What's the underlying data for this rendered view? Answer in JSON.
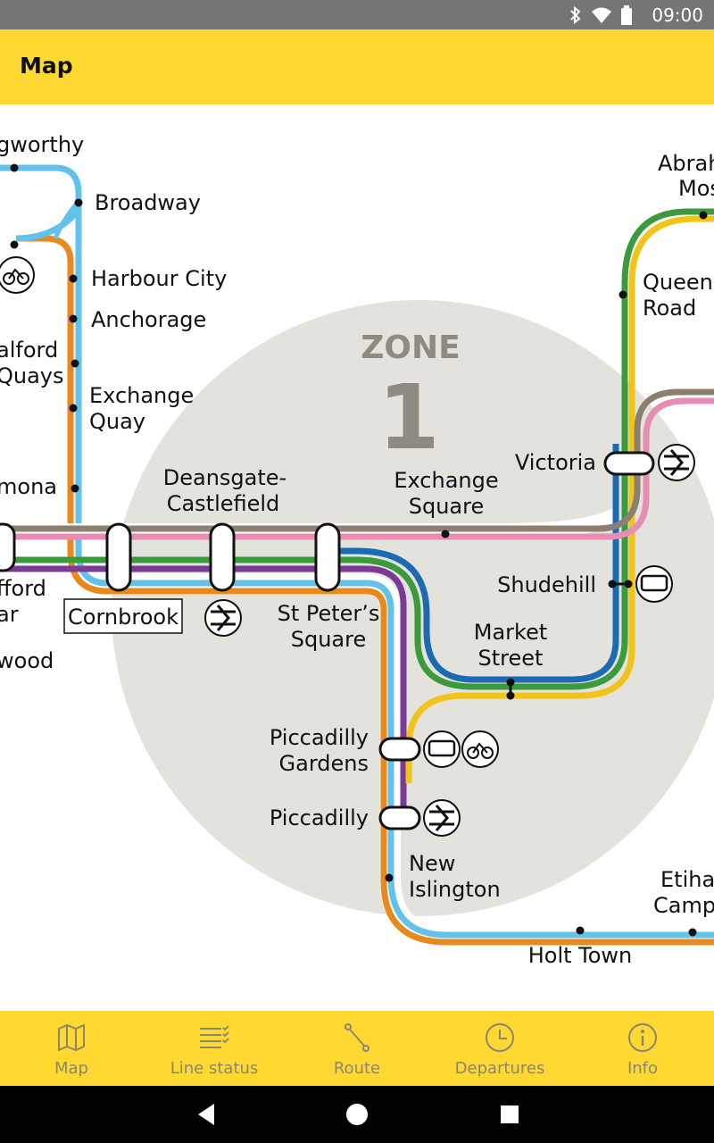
{
  "status_bar": {
    "time": "09:00"
  },
  "app_bar": {
    "title": "Map"
  },
  "map": {
    "zone_label": "ZONE",
    "zone_number": "1",
    "stations": {
      "tl_partial": "gworthy",
      "broadway": "Broadway",
      "harbour_city": "Harbour City",
      "anchorage": "Anchorage",
      "salford1": "alford",
      "salford2": "Quays",
      "exchange_quay1": "Exchange",
      "exchange_quay2": "Quay",
      "pomona": "mona",
      "trafford1": "fford",
      "trafford2": "ar",
      "firswood": "wood",
      "cornbrook": "Cornbrook",
      "deansgate1": "Deansgate-",
      "deansgate2": "Castlefield",
      "stpeters1": "St Peter’s",
      "stpeters2": "Square",
      "exchange_sq1": "Exchange",
      "exchange_sq2": "Square",
      "victoria": "Victoria",
      "shudehill": "Shudehill",
      "market1": "Market",
      "market2": "Street",
      "piccadilly_gardens1": "Piccadilly",
      "piccadilly_gardens2": "Gardens",
      "piccadilly": "Piccadilly",
      "new_islington1": "New",
      "new_islington2": "Islington",
      "holt_town": "Holt Town",
      "etihad1": "Etiha",
      "etihad2": "Campu",
      "abraham1": "Abrah",
      "abraham2": "Mos",
      "queens1": "Queens",
      "queens2": "Road"
    }
  },
  "bottom_nav": [
    {
      "label": "Map",
      "icon": "map-icon"
    },
    {
      "label": "Line status",
      "icon": "list-check-icon"
    },
    {
      "label": "Route",
      "icon": "route-icon"
    },
    {
      "label": "Departures",
      "icon": "clock-icon"
    },
    {
      "label": "Info",
      "icon": "info-icon"
    }
  ],
  "colors": {
    "brand_yellow": "#ffd832",
    "zone_fill": "#e3e2dc",
    "line_orange": "#e8891e",
    "line_blue": "#62c2ea",
    "line_green": "#3b9a3c",
    "line_purple": "#7b3a96",
    "line_navy": "#1b6ab2",
    "line_pink": "#e78db4",
    "line_grey": "#8b7f72",
    "line_yellow": "#f2c318"
  }
}
